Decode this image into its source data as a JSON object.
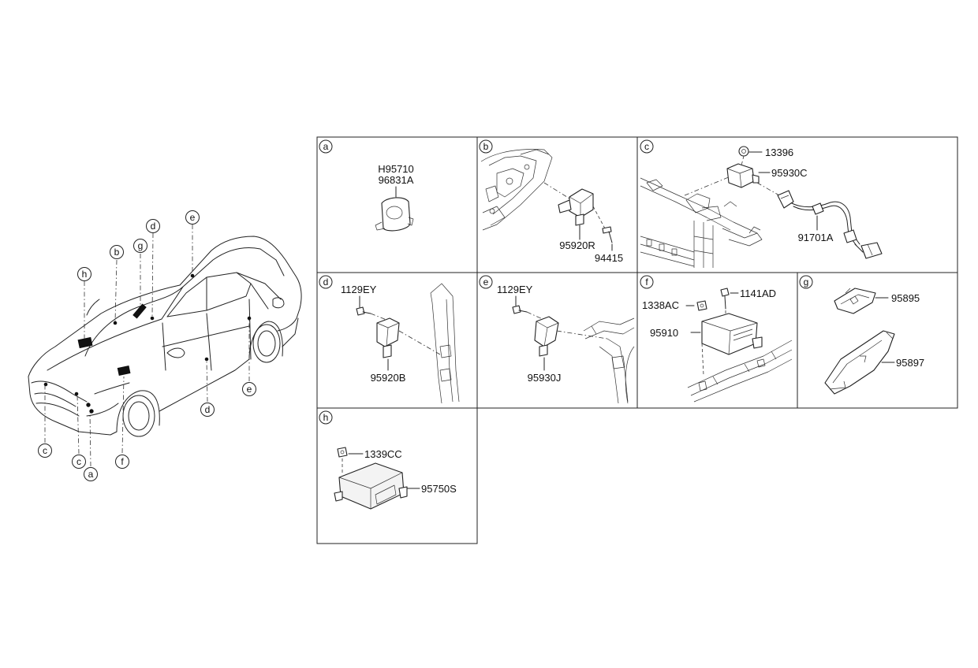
{
  "car_callouts": [
    {
      "id": "h",
      "label": "h"
    },
    {
      "id": "b",
      "label": "b"
    },
    {
      "id": "g",
      "label": "g"
    },
    {
      "id": "d_top",
      "label": "d"
    },
    {
      "id": "e_top",
      "label": "e"
    },
    {
      "id": "c_left",
      "label": "c"
    },
    {
      "id": "c_mid",
      "label": "c"
    },
    {
      "id": "a",
      "label": "a"
    },
    {
      "id": "f",
      "label": "f"
    },
    {
      "id": "d_bottom",
      "label": "d"
    },
    {
      "id": "e_bottom",
      "label": "e"
    }
  ],
  "panels": {
    "a": {
      "letter": "a",
      "parts": [
        "H95710",
        "96831A"
      ]
    },
    "b": {
      "letter": "b",
      "parts": [
        "95920R",
        "94415"
      ]
    },
    "c": {
      "letter": "c",
      "parts": [
        "13396",
        "95930C",
        "91701A"
      ]
    },
    "d": {
      "letter": "d",
      "parts": [
        "1129EY",
        "95920B"
      ]
    },
    "e": {
      "letter": "e",
      "parts": [
        "1129EY",
        "95930J"
      ]
    },
    "f": {
      "letter": "f",
      "parts": [
        "1338AC",
        "1141AD",
        "95910"
      ]
    },
    "g": {
      "letter": "g",
      "parts": [
        "95895",
        "95897"
      ]
    },
    "h": {
      "letter": "h",
      "parts": [
        "1339CC",
        "95750S"
      ]
    }
  }
}
